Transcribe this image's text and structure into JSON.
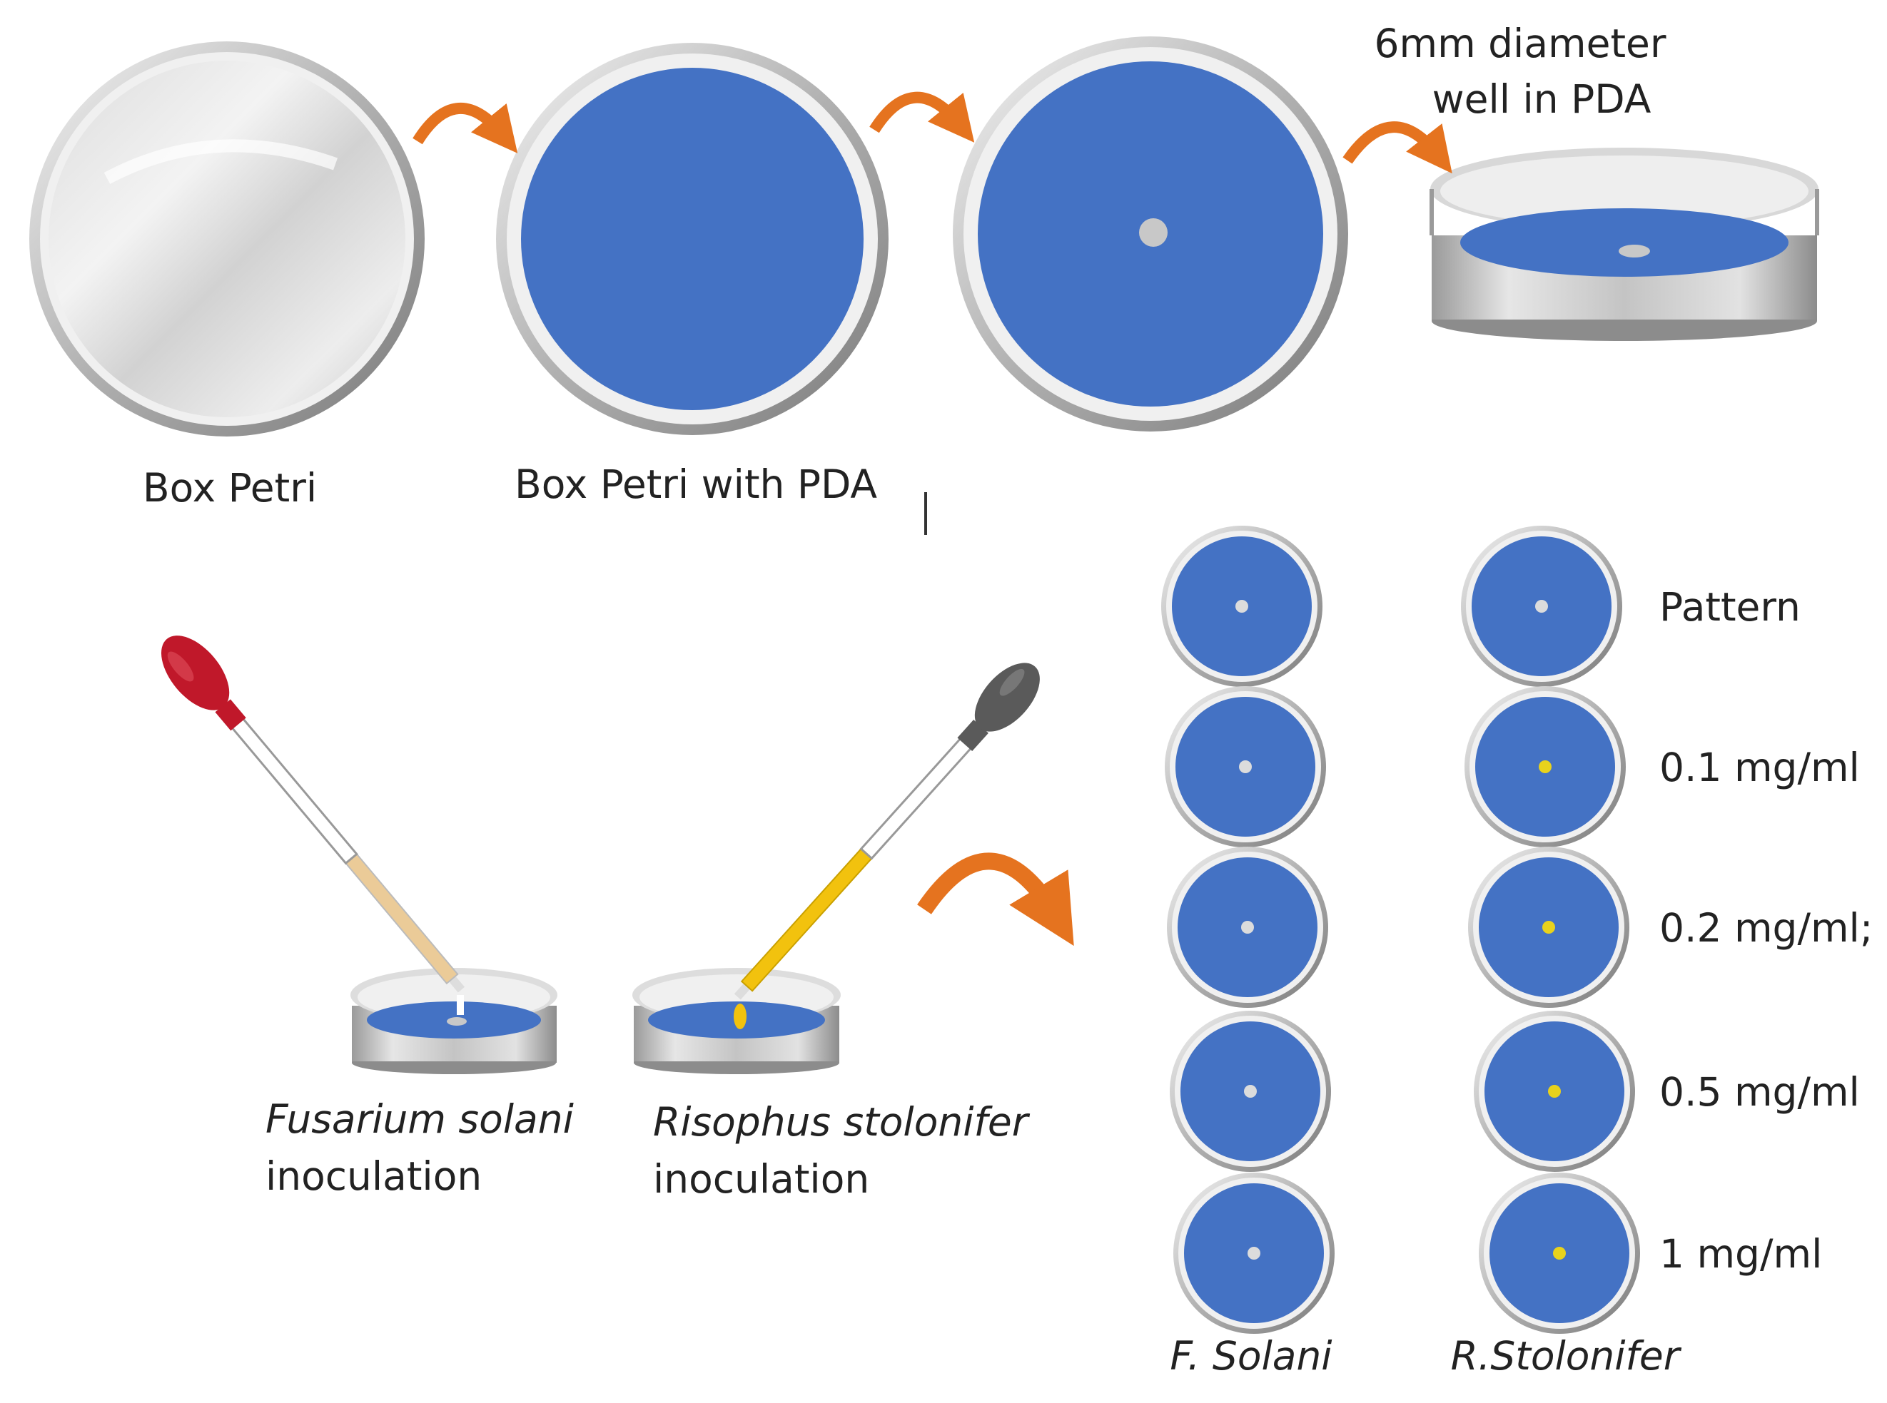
{
  "colors": {
    "agar": "#4472C4",
    "metal_light": "#eeeeee",
    "metal_dark": "#8c8c8c",
    "arrow": "#E5731F",
    "well": "#c8c8c8",
    "extract": "#E8D21C",
    "dropper_red": "#C0182A",
    "dropper_gray": "#5a5a5a",
    "liquid_beige": "#EBCB98",
    "liquid_yellow": "#F2C20E"
  },
  "labels": {
    "well_title_1": "6mm diameter",
    "well_title_2": "well in PDA",
    "box_petri": "Box Petri",
    "box_petri_pda": "Box Petri with PDA",
    "fusarium_1": "Fusarium solani",
    "fusarium_2": "inoculation",
    "rhizopus_1": "Risophus stolonifer",
    "rhizopus_2": "inoculation",
    "col_fsolani": "F. Solani",
    "col_rstolonifer": "R.Stolonifer"
  },
  "concentrations": [
    "Pattern",
    "0.1 mg/ml",
    "0.2 mg/ml;",
    "0.5 mg/ml",
    "1 mg/ml"
  ]
}
